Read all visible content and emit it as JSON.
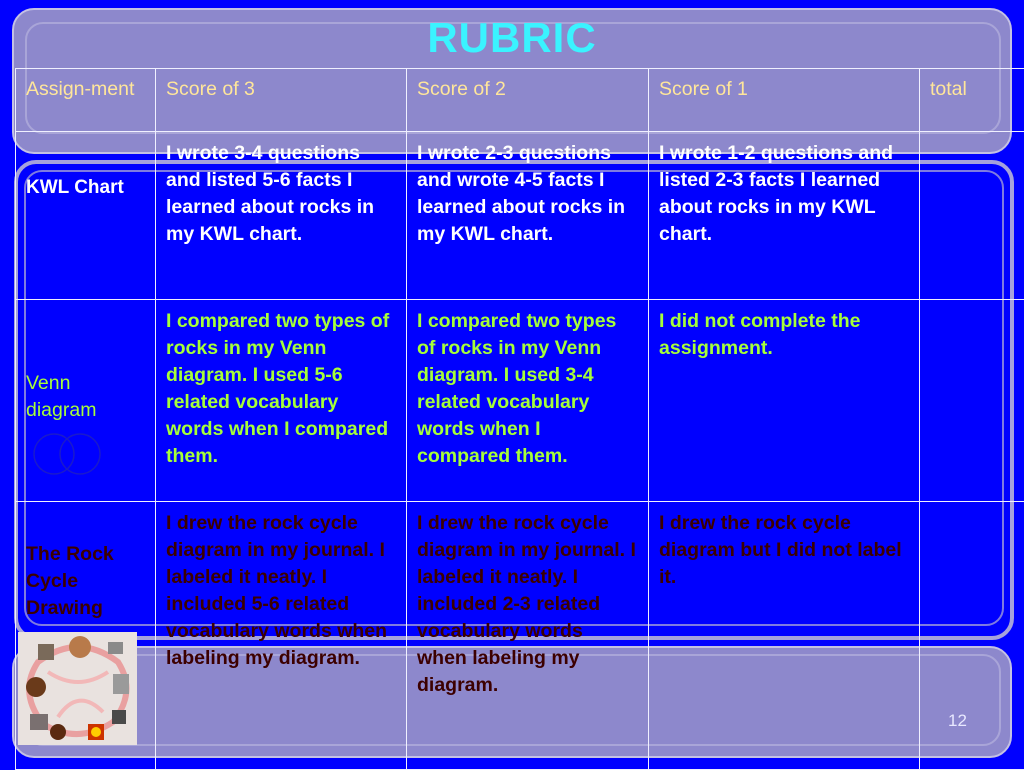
{
  "slide": {
    "title": "RUBRIC",
    "page_number": "12"
  },
  "table": {
    "headers": [
      "Assign-ment",
      "Score of 3",
      "Score of 2",
      "Score of 1",
      "total"
    ],
    "rows": [
      {
        "assignment": "KWL Chart",
        "score3": "I wrote 3-4 questions and listed 5-6 facts I learned about rocks in my KWL chart.",
        "score2": "I wrote 2-3 questions and wrote 4-5 facts I learned about rocks in my KWL chart.",
        "score1": "I wrote 1-2 questions and listed 2-3 facts I learned about rocks in my KWL chart.",
        "total": ""
      },
      {
        "assignment": "Venn diagram",
        "score3": "I compared two types of rocks in my Venn diagram. I used 5-6 related vocabulary words when I compared them.",
        "score2": "I compared two types of rocks in my Venn diagram. I used 3-4 related vocabulary words when I compared them.",
        "score1": "I did not complete the assignment.",
        "total": "",
        "icon": "venn-diagram-icon"
      },
      {
        "assignment": "The Rock Cycle Drawing",
        "score3": "I drew the rock cycle diagram in my journal. I labeled it neatly. I included 5-6 related vocabulary words when labeling my diagram.",
        "score2": "I drew the rock cycle diagram in my journal. I labeled it neatly. I included 2-3 related vocabulary words when labeling my diagram.",
        "score1": "I drew the rock cycle diagram but I did not label it.",
        "total": "",
        "icon": "rock-cycle-image"
      }
    ]
  },
  "colors": {
    "background": "#0000ff",
    "title": "#3af3ff",
    "header_text": "#ffe69a",
    "row1_text": "#ffffff",
    "row2_text": "#a6ff38",
    "row3_text": "#3c0000",
    "panel": "#8d88cc"
  }
}
